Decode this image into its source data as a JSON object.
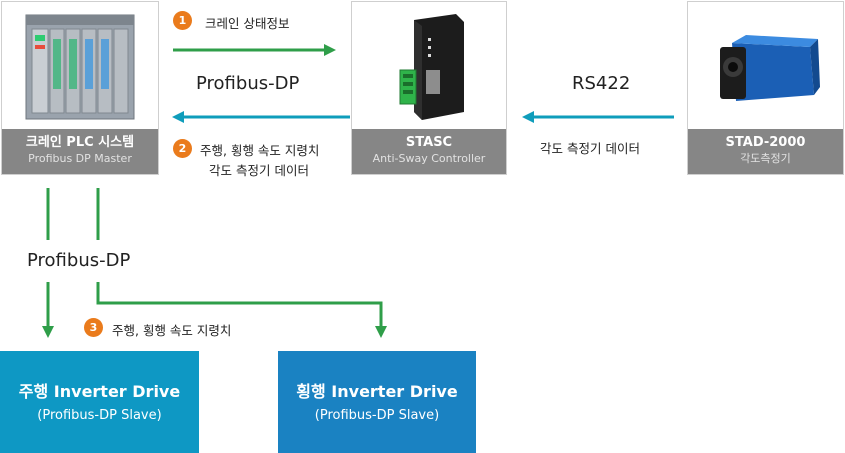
{
  "devices": {
    "plc": {
      "title": "크레인 PLC 시스템",
      "subtitle": "Profibus DP Master"
    },
    "stasc": {
      "title": "STASC",
      "subtitle": "Anti-Sway Controller"
    },
    "stad": {
      "title": "STAD-2000",
      "subtitle": "각도측정기"
    }
  },
  "flows": {
    "step1": {
      "num": "1",
      "text": "크레인 상태정보"
    },
    "profibus_top": "Profibus-DP",
    "step2": {
      "num": "2",
      "line1": "주행, 횡행 속도 지령치",
      "line2": "각도 측정기 데이터"
    },
    "rs422": "RS422",
    "angle_data": "각도 측정기 데이터",
    "profibus_left": "Profibus-DP",
    "step3": {
      "num": "3",
      "text": "주행, 횡행 속도 지령치"
    }
  },
  "drives": {
    "drive1": {
      "title": "주행 Inverter Drive",
      "subtitle": "(Profibus-DP Slave)"
    },
    "drive2": {
      "title": "횡행 Inverter Drive",
      "subtitle": "(Profibus-DP Slave)"
    }
  },
  "colors": {
    "green": "#2f9e49",
    "teal": "#0f9dbb",
    "orange": "#ea7b1c",
    "drive1": "#0e98c4",
    "drive2": "#1a82c2",
    "caption": "#868686"
  }
}
